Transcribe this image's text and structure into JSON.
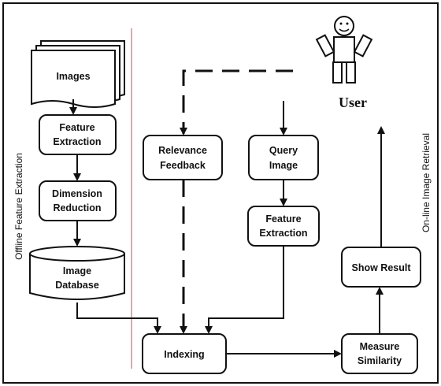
{
  "colors": {
    "stroke": "#111111",
    "divider": "#d04a3a",
    "background": "#ffffff"
  },
  "sections": {
    "offline": "Offline Feature Extraction",
    "online": "On-line Image Retrieval"
  },
  "user": {
    "label": "User",
    "icon": "stick-figure-user-icon"
  },
  "nodes": {
    "images": "Images",
    "feature_extraction_offline": [
      "Feature",
      "Extraction"
    ],
    "dimension_reduction": [
      "Dimension",
      "Reduction"
    ],
    "image_database": [
      "Image",
      "Database"
    ],
    "relevance_feedback": [
      "Relevance",
      "Feedback"
    ],
    "query_image": [
      "Query",
      "Image"
    ],
    "feature_extraction_online": [
      "Feature",
      "Extraction"
    ],
    "show_result": "Show Result",
    "indexing": "Indexing",
    "measure_similarity": [
      "Measure",
      "Similarity"
    ]
  }
}
